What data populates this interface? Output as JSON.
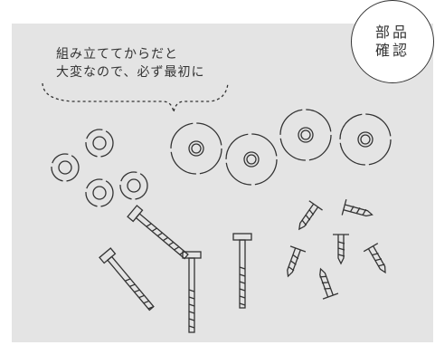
{
  "badge": {
    "line1": "部品",
    "line2": "確認"
  },
  "caption": {
    "line1": "組み立ててからだと",
    "line2": "大変なので、必ず最初に"
  },
  "colors": {
    "panel": "#e4e4e4",
    "ink": "#333333",
    "badge_bg": "#ffffff"
  }
}
